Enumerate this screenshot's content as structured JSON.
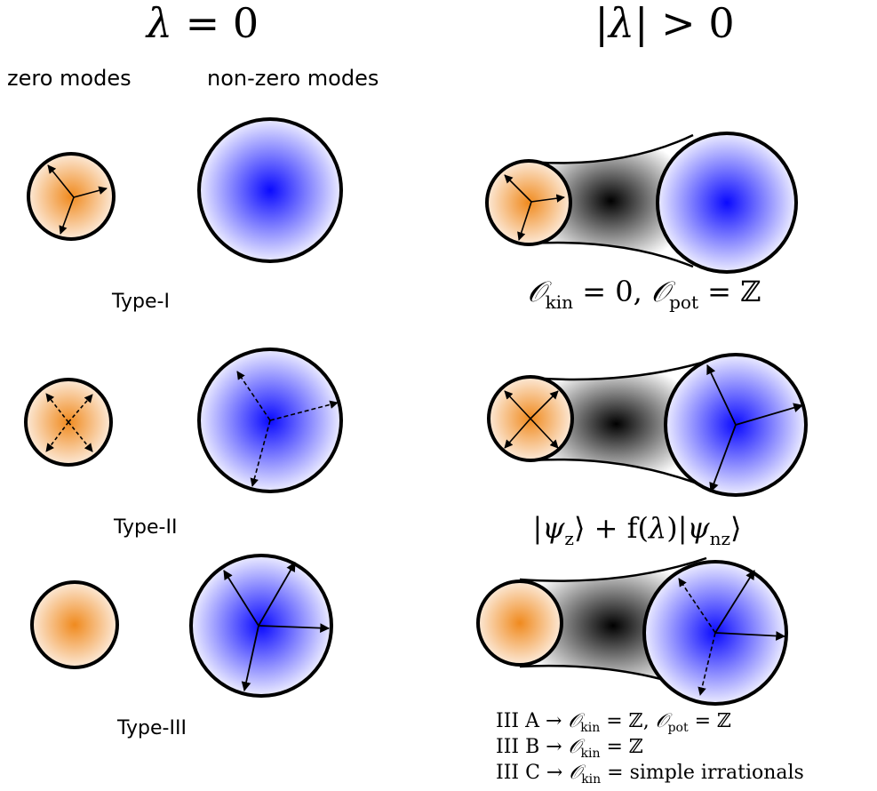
{
  "headers": {
    "left": "λ = 0",
    "right": "|λ| > 0"
  },
  "column_labels": {
    "zero_modes": "zero modes",
    "nonzero_modes": "non-zero modes"
  },
  "types": {
    "type1": "Type-I",
    "type2": "Type-II",
    "type3": "Type-III"
  },
  "equations": {
    "type1_eq": "𝒪kin = 0, 𝒪pot = ℤ",
    "type2_eq": "|ψz⟩ + f(λ)|ψnz⟩",
    "type3_lines": [
      "III A → 𝒪kin = ℤ, 𝒪pot = ℤ",
      "III B → 𝒪kin = ℤ",
      "III C → 𝒪kin = simple irrationals"
    ]
  },
  "colors": {
    "orange_center": "#f08a1e",
    "orange_edge": "#fbe8d6",
    "blue_center": "#1414ff",
    "blue_edge": "#ebebff",
    "neck_center": "#000000",
    "outline": "#000000"
  }
}
